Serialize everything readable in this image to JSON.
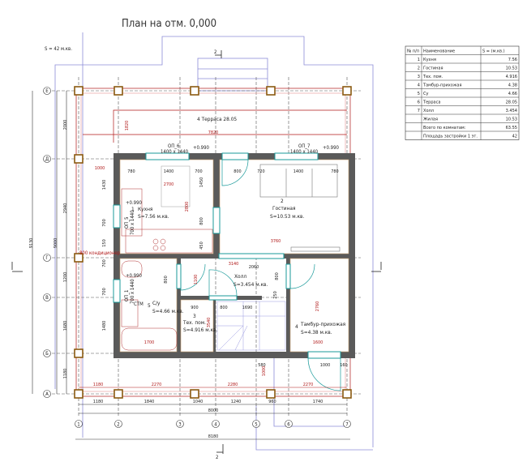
{
  "title": "План на отм. 0,000",
  "total_area_note": "S = 42 м.кв.",
  "section_mark": "2",
  "colors": {
    "wall": "#5a5a5a",
    "red": "#b01818",
    "teal": "#1a9a9a",
    "blue": "#8c8cd8",
    "column": "#8a5a10",
    "axis": "#444444"
  },
  "axes_vertical": [
    "1",
    "2",
    "3",
    "4",
    "5",
    "6",
    "7"
  ],
  "axes_horizontal": [
    "А",
    "Б",
    "В",
    "Г",
    "Д",
    "Е"
  ],
  "rooms": {
    "kitchen": {
      "num": "1",
      "name": "Кухня",
      "area": "S=7.56 м.кв."
    },
    "living": {
      "num": "2",
      "name": "Гостиная",
      "area": "S=10.53 м.кв."
    },
    "hall": {
      "name": "Холл",
      "area": "S=3.454 м.кв."
    },
    "tech": {
      "num": "3",
      "name": "Тех. пом.",
      "area": "S=4.916 м.кв."
    },
    "bath": {
      "num": "5",
      "name": "С/у",
      "area": "S=4.66 м.кв."
    },
    "tambour": {
      "num": "4",
      "name": "Тамбур-прихожая",
      "area": "S=4.38 м.кв."
    },
    "terrace": {
      "label": "4  Терраса 28.05"
    }
  },
  "windows": {
    "op6": {
      "name": "ОП_6",
      "size": "1400 x 1440",
      "level": "+0.990"
    },
    "op7": {
      "name": "ОП_7",
      "size": "1400 x 1440",
      "level": "+0.990"
    },
    "left_kitchen": {
      "name": "ОП_5",
      "size": "700 x 1440",
      "level": "+0.990"
    },
    "left_bath": {
      "name": "ОП_1",
      "size": "700 x 1440",
      "level": "+0.990"
    },
    "ctm": "СТМ",
    "conditioner": "800 кондиционер"
  },
  "dimensions": [
    "9130",
    "9000",
    "2000",
    "2940",
    "1200",
    "1680",
    "1180",
    "1430",
    "700",
    "150",
    "700",
    "700",
    "1480",
    "1180",
    "1840",
    "1040",
    "1240",
    "960",
    "1740",
    "8000",
    "8180",
    "1180",
    "2270",
    "2280",
    "2270",
    "1820",
    "7820",
    "1000",
    "780",
    "1400",
    "700",
    "2700",
    "2800",
    "1450",
    "800",
    "450",
    "800",
    "720",
    "1400",
    "780",
    "3760",
    "3140",
    "2060",
    "800",
    "1100",
    "800",
    "250",
    "900",
    "800",
    "1690",
    "3540",
    "2760",
    "1600",
    "580",
    "1000",
    "160",
    "1000",
    "1700"
  ],
  "table": {
    "headers": [
      "№ п/п",
      "Наименование",
      "S = (м.кв.)"
    ],
    "rows": [
      [
        "1",
        "Кухня",
        "7.56"
      ],
      [
        "2",
        "Гостиная",
        "10.53"
      ],
      [
        "3",
        "Тех. пом.",
        "4.916"
      ],
      [
        "4",
        "Тамбур-прихожая",
        "4.38"
      ],
      [
        "5",
        "Су",
        "4.66"
      ],
      [
        "6",
        "Терраса",
        "28.05"
      ],
      [
        "7",
        "Холл",
        "3.454"
      ],
      [
        "",
        "Жилая",
        "10.53"
      ],
      [
        "",
        "Всего по комнатам:",
        "63.55"
      ],
      [
        "",
        "Площадь застройки 1 эт.",
        "42"
      ]
    ]
  }
}
